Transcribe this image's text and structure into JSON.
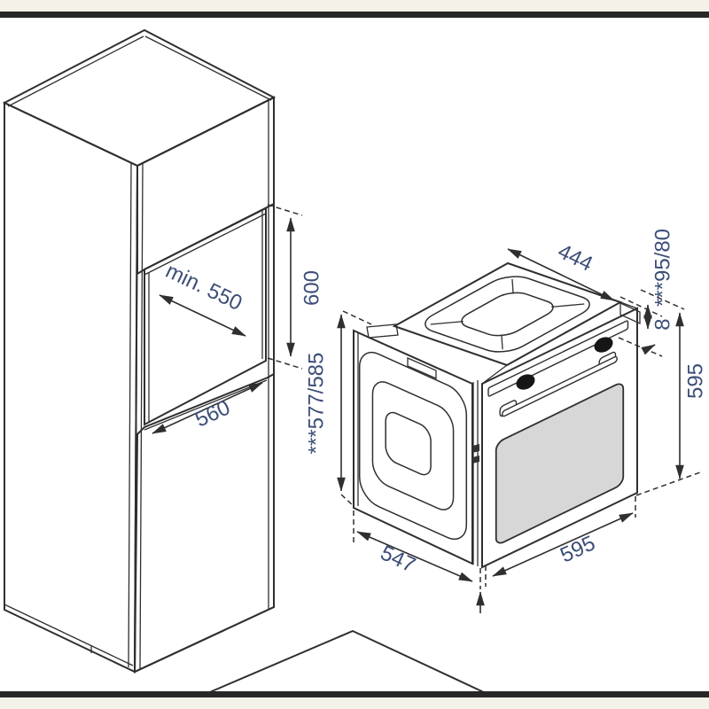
{
  "page": {
    "type": "oven installation diagram",
    "edge_strip_color": "#f4f1e9",
    "rule_color": "#272727",
    "background": "#ffffff"
  },
  "diagram": {
    "line_color": "#2f2f2f",
    "dimension_text_color": "#3c4e78",
    "cabinet": {
      "top_fill": "#cbcccd",
      "side_fill": "#d6d7d8",
      "front_fill": "#c5c6c7",
      "labels": {
        "niche_depth": "min. 550",
        "niche_width": "560",
        "niche_height": "600"
      }
    },
    "oven": {
      "body_fill": "#ffffff",
      "fascia_fill": "#b0b1b3",
      "window_fill": "#d7d7d8",
      "knob_color": "#161616",
      "labels": {
        "top_width": "444",
        "rear_clearance": "***95/80",
        "overlap": "8",
        "height_right": "595",
        "facade_height": "***577/585",
        "body_depth": "547",
        "front_width": "595"
      }
    },
    "floor": {
      "fill": "#c9cacb"
    }
  }
}
